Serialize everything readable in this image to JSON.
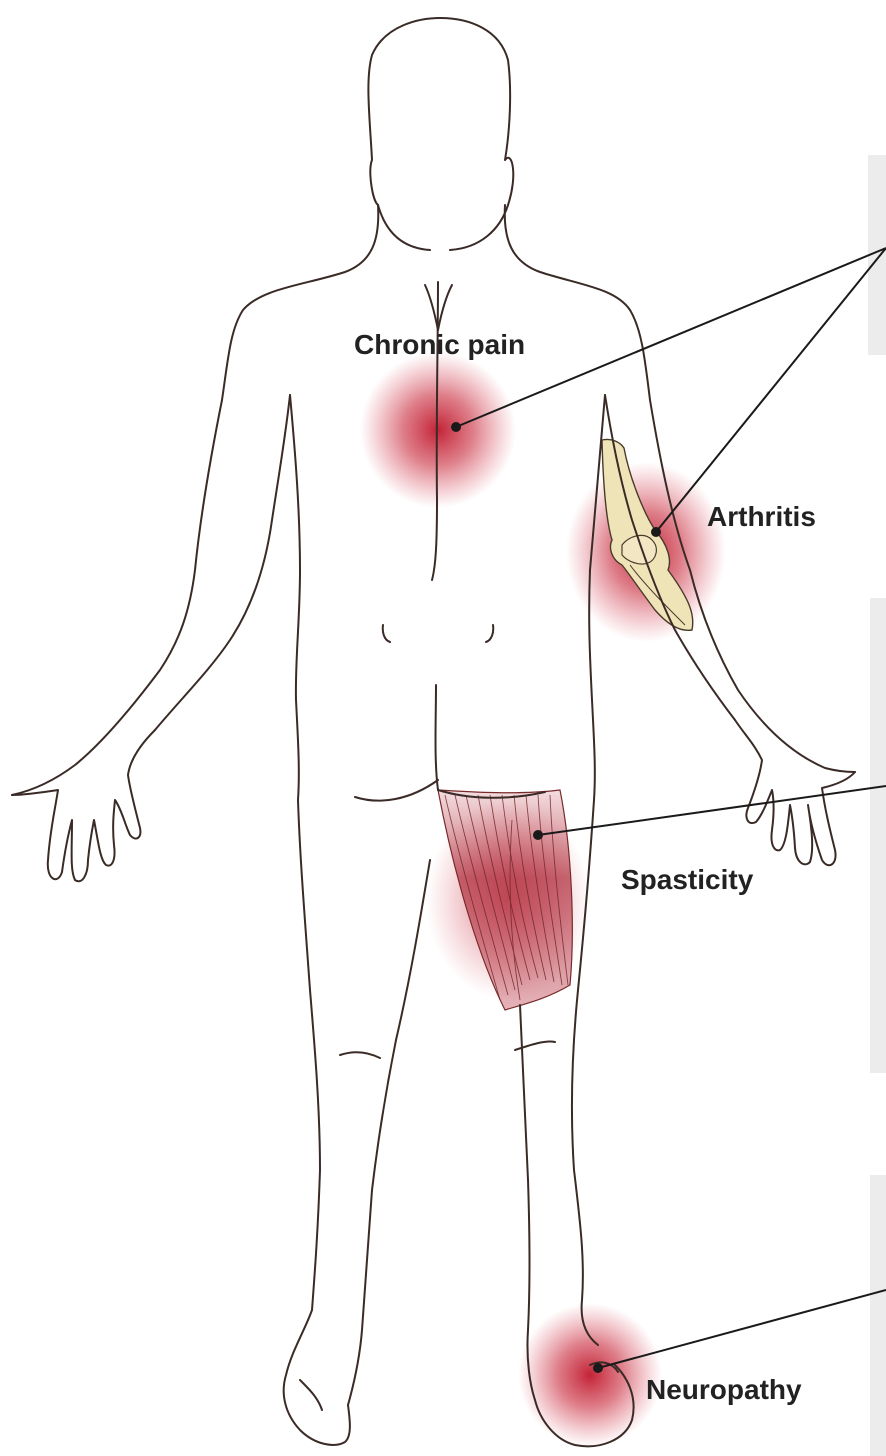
{
  "labels": {
    "chronic_pain": "Chronic pain",
    "arthritis": "Arthritis",
    "spasticity": "Spasticity",
    "neuropathy": "Neuropathy"
  },
  "colors": {
    "outline": "#3a2b27",
    "pain_highlight": "#c0182d",
    "bone": "#efe3b8",
    "leader_line": "#1a1a1a",
    "side_panel": "#ececec"
  }
}
